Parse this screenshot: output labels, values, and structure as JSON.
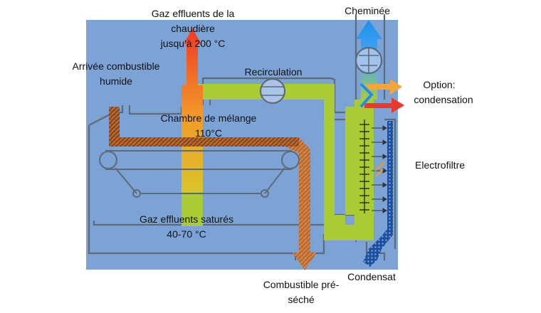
{
  "labels": {
    "flue_gas_line1": "Gaz effluents de la",
    "flue_gas_line2": "chaudière",
    "flue_gas_line3": "jusqu'à 200 °C",
    "chimney": "Cheminée",
    "fuel_in_line1": "Arrivée combustible",
    "fuel_in_line2": "humide",
    "recirculation": "Recirculation",
    "option_line1": "Option:",
    "option_line2": "condensation",
    "mixing_line1": "Chambre de mélange",
    "mixing_line2": "110°C",
    "electrofilter": "Electrofiltre",
    "saturated_line1": "Gaz effluents saturés",
    "saturated_line2": "40-70 °C",
    "fuel_out_line1": "Combustible pré-",
    "fuel_out_line2": "séché",
    "condensate": "Condensat"
  },
  "colors": {
    "background_box": "#7ca3d6",
    "pipe_outline": "#5f6a76",
    "recirc_green": "#a9cc35",
    "hot_red": "#f03a27",
    "warm_orange": "#f39c27",
    "fuel_brown": "#b25d23",
    "chimney_blue": "#1e90ef",
    "condensate_blue": "#2f6fc4",
    "option_arrow_orange": "#f4a63a",
    "option_arrow_red": "#ea3a2d"
  }
}
